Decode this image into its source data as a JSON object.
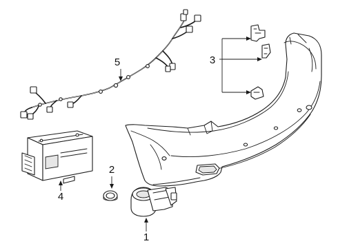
{
  "callouts": {
    "sensor": "1",
    "grommet": "2",
    "bracket": "3",
    "module": "4",
    "harness": "5"
  }
}
